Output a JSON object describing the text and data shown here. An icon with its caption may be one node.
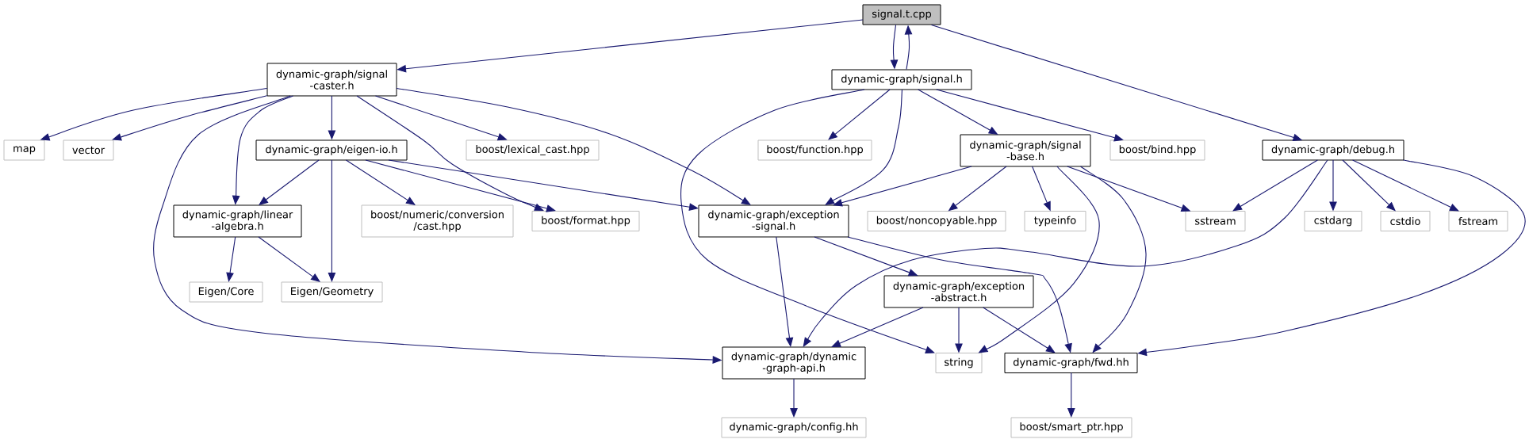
{
  "diagram": {
    "nodes": [
      {
        "text": [
          "signal.t.cpp"
        ]
      },
      {
        "text": [
          "dynamic-graph/signal -caster.h"
        ]
      },
      {
        "text": [
          "dynamic-graph/signal.h"
        ]
      },
      {
        "text": [
          "map"
        ]
      },
      {
        "text": [
          "vector"
        ]
      },
      {
        "text": [
          "dynamic-graph/eigen-io.h"
        ]
      },
      {
        "text": [
          "boost/lexical_cast.hpp"
        ]
      },
      {
        "text": [
          "boost/function.hpp"
        ]
      },
      {
        "text": [
          "dynamic-graph/signal -base.h"
        ]
      },
      {
        "text": [
          "boost/bind.hpp"
        ]
      },
      {
        "text": [
          "dynamic-graph/debug.h"
        ]
      },
      {
        "text": [
          "dynamic-graph/linear -algebra.h"
        ]
      },
      {
        "text": [
          "boost/numeric/conversion /cast.hpp"
        ]
      },
      {
        "text": [
          "boost/format.hpp"
        ]
      },
      {
        "text": [
          "dynamic-graph/exception -signal.h"
        ]
      },
      {
        "text": [
          "boost/noncopyable.hpp"
        ]
      },
      {
        "text": [
          "typeinfo"
        ]
      },
      {
        "text": [
          "sstream"
        ]
      },
      {
        "text": [
          "cstdarg"
        ]
      },
      {
        "text": [
          "cstdio"
        ]
      },
      {
        "text": [
          "fstream"
        ]
      },
      {
        "text": [
          "dynamic-graph/exception -abstract.h"
        ]
      },
      {
        "text": [
          "Eigen/Core"
        ]
      },
      {
        "text": [
          "Eigen/Geometry"
        ]
      },
      {
        "text": [
          "dynamic-graph/dynamic -graph-api.h"
        ]
      },
      {
        "text": [
          "string"
        ]
      },
      {
        "text": [
          "dynamic-graph/fwd.hh"
        ]
      },
      {
        "text": [
          "dynamic-graph/config.hh"
        ]
      },
      {
        "text": [
          "boost/smart_ptr.hpp"
        ]
      }
    ],
    "edges": [
      {
        "from": 0,
        "to": 1,
        "arrow": "to"
      },
      {
        "from": 0,
        "to": 2,
        "arrow": "to"
      },
      {
        "from": 0,
        "to": 10,
        "arrow": "to"
      },
      {
        "from": 2,
        "to": 0,
        "arrow": "to"
      },
      {
        "from": 1,
        "to": 3,
        "arrow": "to"
      },
      {
        "from": 1,
        "to": 4,
        "arrow": "to"
      },
      {
        "from": 1,
        "to": 5,
        "arrow": "to"
      },
      {
        "from": 1,
        "to": 11,
        "arrow": "to"
      },
      {
        "from": 1,
        "to": 24,
        "arrow": "to"
      },
      {
        "from": 1,
        "to": 13,
        "arrow": "to"
      },
      {
        "from": 1,
        "to": 6,
        "arrow": "to"
      },
      {
        "from": 1,
        "to": 14,
        "arrow": "to"
      },
      {
        "from": 2,
        "to": 25,
        "arrow": "to"
      },
      {
        "from": 2,
        "to": 7,
        "arrow": "to"
      },
      {
        "from": 2,
        "to": 14,
        "arrow": "to"
      },
      {
        "from": 2,
        "to": 8,
        "arrow": "to"
      },
      {
        "from": 2,
        "to": 9,
        "arrow": "to"
      },
      {
        "from": 5,
        "to": 11,
        "arrow": "to"
      },
      {
        "from": 5,
        "to": 23,
        "arrow": "to"
      },
      {
        "from": 5,
        "to": 12,
        "arrow": "to"
      },
      {
        "from": 5,
        "to": 13,
        "arrow": "to"
      },
      {
        "from": 5,
        "to": 14,
        "arrow": "to"
      },
      {
        "from": 11,
        "to": 22,
        "arrow": "to"
      },
      {
        "from": 11,
        "to": 23,
        "arrow": "to"
      },
      {
        "from": 8,
        "to": 14,
        "arrow": "to"
      },
      {
        "from": 8,
        "to": 15,
        "arrow": "to"
      },
      {
        "from": 8,
        "to": 16,
        "arrow": "to"
      },
      {
        "from": 8,
        "to": 25,
        "arrow": "to"
      },
      {
        "from": 8,
        "to": 26,
        "arrow": "to"
      },
      {
        "from": 8,
        "to": 17,
        "arrow": "to"
      },
      {
        "from": 10,
        "to": 17,
        "arrow": "to"
      },
      {
        "from": 10,
        "to": 24,
        "arrow": "to"
      },
      {
        "from": 10,
        "to": 18,
        "arrow": "to"
      },
      {
        "from": 10,
        "to": 19,
        "arrow": "to"
      },
      {
        "from": 10,
        "to": 20,
        "arrow": "to"
      },
      {
        "from": 10,
        "to": 26,
        "arrow": "to"
      },
      {
        "from": 14,
        "to": 24,
        "arrow": "to"
      },
      {
        "from": 14,
        "to": 21,
        "arrow": "to"
      },
      {
        "from": 14,
        "to": 26,
        "arrow": "to"
      },
      {
        "from": 21,
        "to": 24,
        "arrow": "to"
      },
      {
        "from": 21,
        "to": 25,
        "arrow": "to"
      },
      {
        "from": 21,
        "to": 26,
        "arrow": "to"
      },
      {
        "from": 24,
        "to": 27,
        "arrow": "to"
      },
      {
        "from": 26,
        "to": 28,
        "arrow": "to"
      }
    ]
  }
}
